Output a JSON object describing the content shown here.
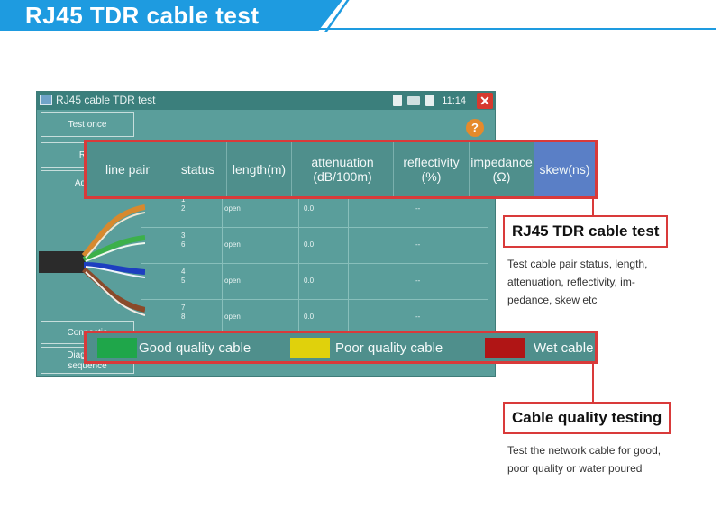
{
  "banner": {
    "title": "RJ45 TDR cable test"
  },
  "device": {
    "app_title": "RJ45 cable TDR test",
    "time": "11:14",
    "close_label": "✕",
    "help_label": "?",
    "buttons": {
      "test_once": "Test once",
      "repeat": "Rep",
      "advanced": "Advan",
      "connection": "Connectio",
      "diagram": "Diagram c",
      "diagram_sub": "sequence"
    },
    "rows": [
      {
        "pair_a": "1",
        "pair_b": "2",
        "status": "open",
        "attenuation": "0.0",
        "reflectivity": "--"
      },
      {
        "pair_a": "3",
        "pair_b": "6",
        "status": "open",
        "attenuation": "0.0",
        "reflectivity": "--"
      },
      {
        "pair_a": "4",
        "pair_b": "5",
        "status": "open",
        "attenuation": "0.0",
        "reflectivity": "--"
      },
      {
        "pair_a": "7",
        "pair_b": "8",
        "status": "open",
        "attenuation": "0.0",
        "reflectivity": "--"
      }
    ],
    "wire_colors": [
      "#d7892e",
      "#3cb04a",
      "#1d3fc0",
      "#8a4a2a"
    ]
  },
  "table_header": {
    "line_pair": "line pair",
    "status": "status",
    "length": "length(m)",
    "attenuation_1": "attenuation",
    "attenuation_2": "(dB/100m)",
    "reflectivity_1": "reflectivity",
    "reflectivity_2": "(%)",
    "impedance_1": "impedance",
    "impedance_2": "(Ω)",
    "skew": "skew(ns)"
  },
  "legend": {
    "good": {
      "label": "Good quality cable",
      "color": "#1fa64a"
    },
    "poor": {
      "label": "Poor quality cable",
      "color": "#e0d10c"
    },
    "wet": {
      "label": "Wet cable",
      "color": "#b01515"
    }
  },
  "callouts": {
    "tdr": {
      "title": "RJ45 TDR cable test",
      "desc": [
        "Test cable pair status, length,",
        "attenuation, reflectivity, im-",
        "pedance, skew etc"
      ]
    },
    "quality": {
      "title": "Cable quality testing",
      "desc": [
        "Test the network cable for good,",
        "poor quality or water poured"
      ]
    }
  },
  "colors": {
    "accent_blue": "#1e9be0",
    "highlight_red": "#d93a3a",
    "screen_teal": "#5a9e9b"
  }
}
